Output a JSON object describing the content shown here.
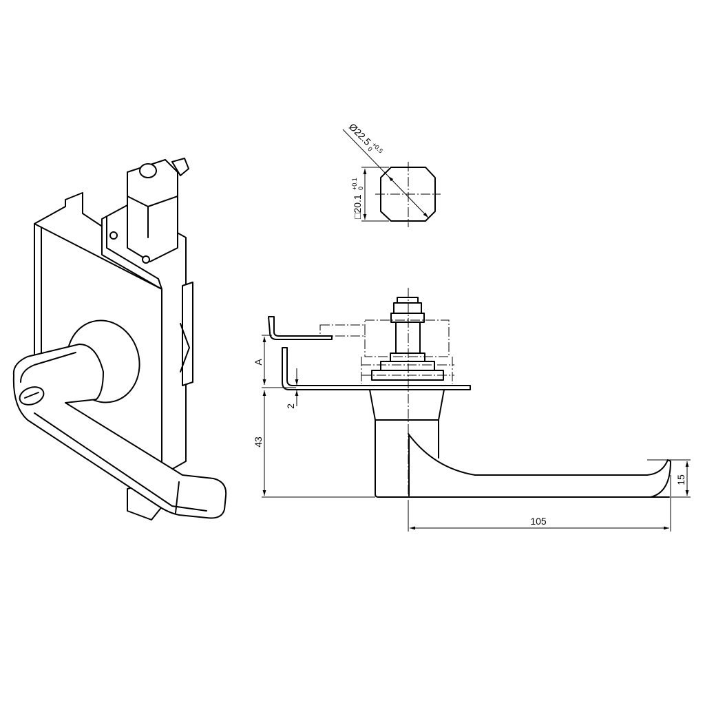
{
  "dimensions": {
    "diameter": "Ø22.5",
    "diameter_tol_upper": "+0.5",
    "diameter_tol_lower": "0",
    "square": "□20.1",
    "square_tol_upper": "+0.1",
    "square_tol_lower": "0",
    "a": "A",
    "thickness": "2",
    "height": "43",
    "lever_height": "15",
    "lever_length": "105"
  }
}
